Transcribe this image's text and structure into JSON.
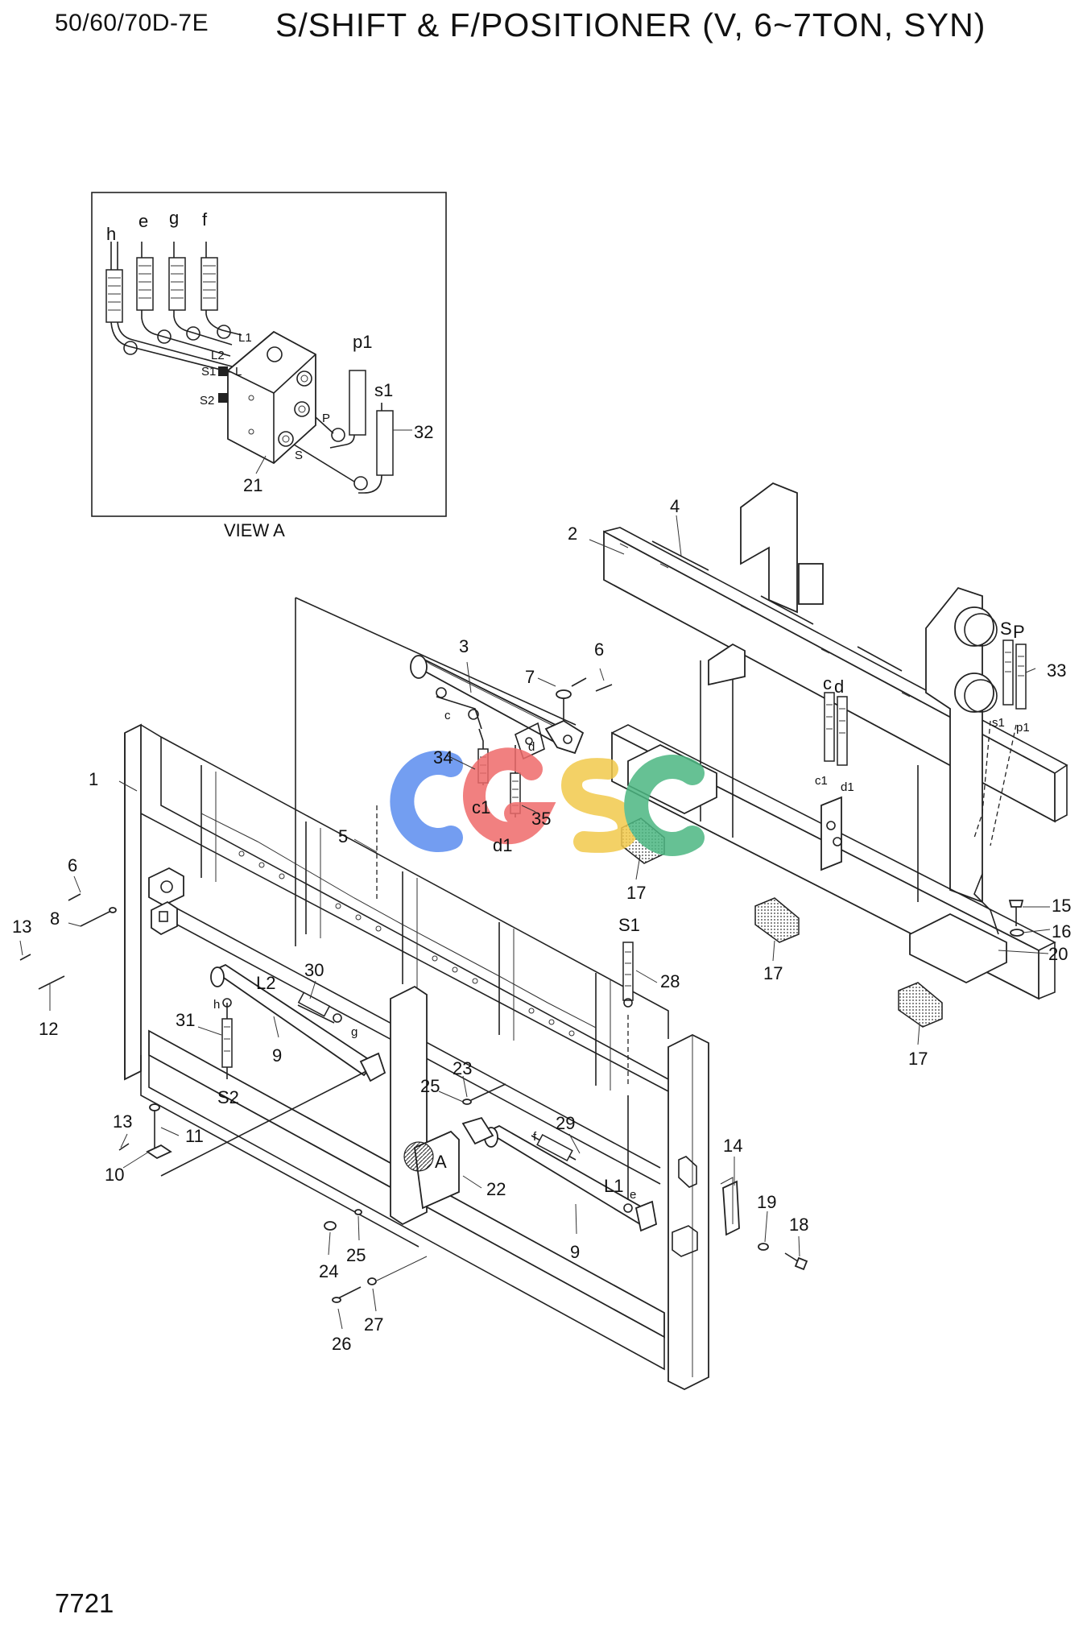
{
  "header": {
    "model": "50/60/70D-7E",
    "title": "S/SHIFT & F/POSITIONER (V, 6~7TON, SYN)"
  },
  "footer": {
    "page_number": "7721"
  },
  "watermark": {
    "text": "CGSC",
    "colors": [
      "#5b8def",
      "#ef6b6b",
      "#f2c94c",
      "#4cb782"
    ]
  },
  "view_a": {
    "caption": "VIEW A",
    "part_numbers": [
      "21",
      "32"
    ],
    "port_labels": [
      "h",
      "e",
      "g",
      "f",
      "L1",
      "L2",
      "L",
      "S1",
      "S2",
      "P",
      "S",
      "p1",
      "s1"
    ]
  },
  "callouts": {
    "c1": "1",
    "c2": "2",
    "c3": "3",
    "c4": "4",
    "c5": "5",
    "c6a": "6",
    "c6b": "6",
    "c7": "7",
    "c8": "8",
    "c9a": "9",
    "c9b": "9",
    "c10": "10",
    "c11": "11",
    "c12": "12",
    "c13a": "13",
    "c13b": "13",
    "c14": "14",
    "c15": "15",
    "c16": "16",
    "c17a": "17",
    "c17b": "17",
    "c17c": "17",
    "c18": "18",
    "c19": "19",
    "c20": "20",
    "c22": "22",
    "c23": "23",
    "c24": "24",
    "c25a": "25",
    "c25b": "25",
    "c26": "26",
    "c27": "27",
    "c28": "28",
    "c29": "29",
    "c30": "30",
    "c31": "31",
    "c33": "33",
    "c34": "34",
    "c35": "35"
  },
  "hose_labels": {
    "S": "S",
    "P": "P",
    "s1": "s1",
    "p1": "p1",
    "c": "c",
    "d": "d",
    "c1": "c1",
    "d1": "d1",
    "c_small": "c",
    "d_small": "d",
    "c1_b": "c1",
    "d1_b": "d1",
    "S1": "S1",
    "e": "e",
    "L2": "L2",
    "g": "g",
    "h": "h",
    "S2": "S2",
    "f": "f",
    "L1": "L1",
    "A": "A"
  }
}
